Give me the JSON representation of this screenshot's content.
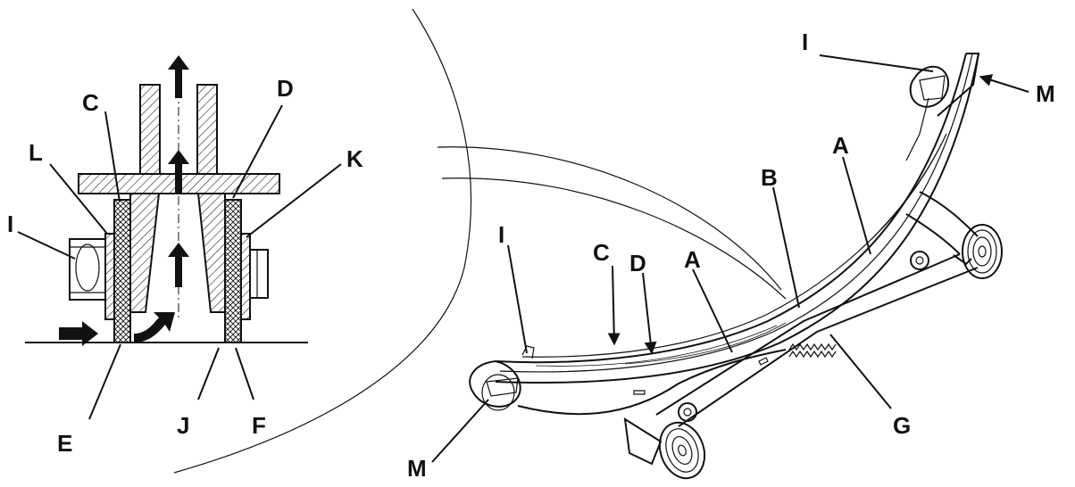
{
  "detail_labels": {
    "C": "C",
    "D": "D",
    "L": "L",
    "K": "K",
    "I": "I",
    "E": "E",
    "J": "J",
    "F": "F"
  },
  "main_labels": {
    "I_top": "I",
    "M_top": "M",
    "A_right": "A",
    "B": "B",
    "I_left": "I",
    "C": "C",
    "D": "D",
    "A_mid": "A",
    "G": "G",
    "M_bottom": "M"
  },
  "colors": {
    "ink": "#111111",
    "background": "#ffffff"
  }
}
